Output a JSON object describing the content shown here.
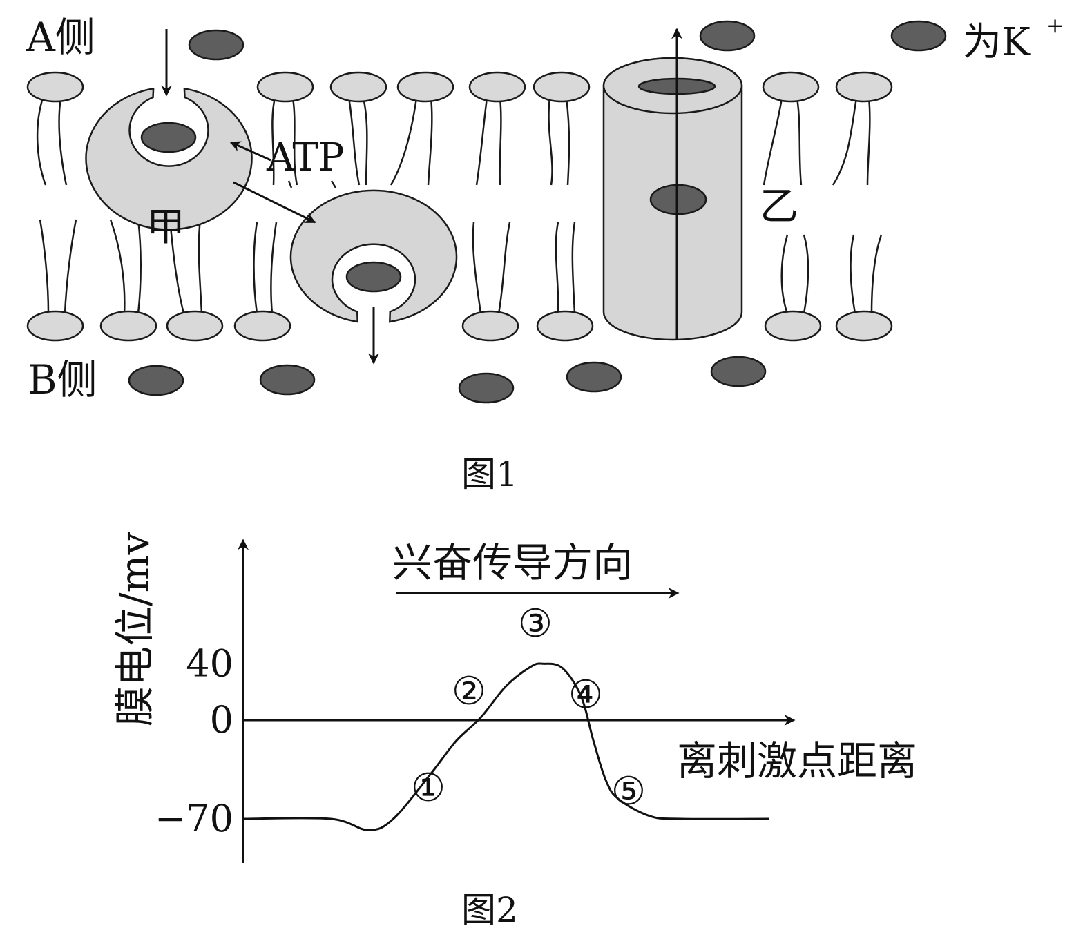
{
  "figure1": {
    "side_a": "A侧",
    "side_b": "B侧",
    "legend": "为K",
    "legend_sup": "+",
    "atp": "ATP",
    "protein_jia": "甲",
    "protein_yi": "乙",
    "caption": "图1",
    "colors": {
      "ion": "#5e5e5e",
      "head": "#d9d9d9",
      "protein": "#d6d6d6"
    }
  },
  "figure2": {
    "caption": "图2",
    "direction_label": "兴奋传导方向",
    "markers": [
      "①",
      "②",
      "③",
      "④",
      "⑤"
    ]
  },
  "chart_data": {
    "type": "line",
    "ylabel": "膜电位/mv",
    "xlabel": "离刺激点距离",
    "yticks": [
      40,
      0,
      -70
    ],
    "ytick_labels": [
      "40",
      "0",
      "−70"
    ],
    "resting_potential": -70,
    "peak_potential": 40,
    "series": [
      {
        "points": [
          [
            0,
            -70
          ],
          [
            7,
            -70
          ],
          [
            10,
            -78
          ],
          [
            12,
            -70
          ],
          [
            15,
            -38
          ],
          [
            17,
            -15
          ],
          [
            19,
            2
          ],
          [
            21,
            24
          ],
          [
            23,
            38
          ],
          [
            24,
            40
          ],
          [
            25.5,
            37
          ],
          [
            27,
            17
          ],
          [
            28,
            -15
          ],
          [
            29,
            -43
          ],
          [
            30,
            -56
          ],
          [
            32.5,
            -68
          ],
          [
            35,
            -70
          ],
          [
            42,
            -70
          ]
        ]
      }
    ]
  }
}
